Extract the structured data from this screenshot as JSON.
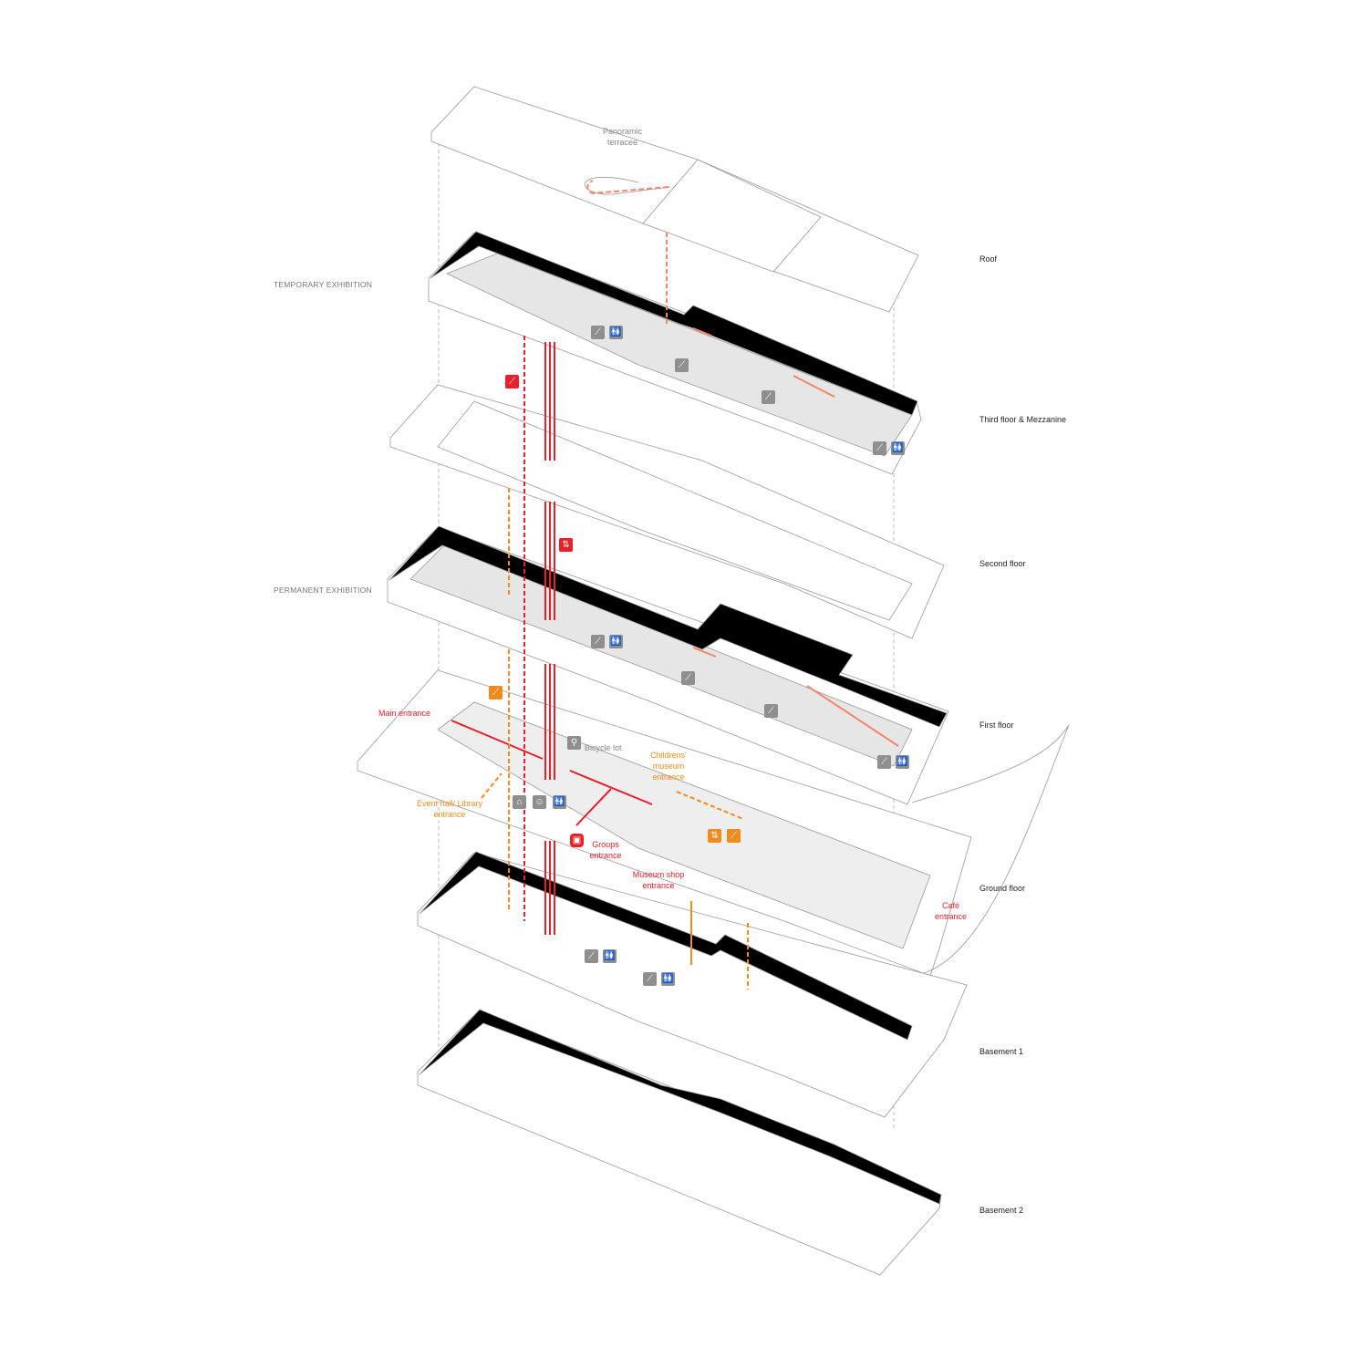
{
  "floors": [
    {
      "label": "Roof"
    },
    {
      "label": "Third floor & Mezzanine"
    },
    {
      "label": "Second floor"
    },
    {
      "label": "First floor"
    },
    {
      "label": "Ground floor"
    },
    {
      "label": "Basement 1"
    },
    {
      "label": "Basement 2"
    }
  ],
  "sections": {
    "temporary": "TEMPORARY EXHIBITION",
    "permanent": "PERMANENT EXHIBITION"
  },
  "annotations": {
    "terrace": "Panoramic terracee",
    "main_entrance": "Main entrance",
    "bicycle": "Bicycle lot",
    "childrens": "Childrens' museum entrance",
    "event_hall": "Event hall/ Library entrance",
    "groups": "Groups entrance",
    "shop": "Museum shop entrance",
    "cafe": "Café entrance"
  },
  "icons": {
    "stairs": "stairs-icon",
    "wc": "restroom-icon",
    "elevator": "elevator-icon",
    "bike": "bicycle-icon",
    "bus": "bus-icon",
    "cloakroom": "hanger-icon",
    "baby": "baby-change-icon"
  },
  "colors": {
    "red": "#e8202a",
    "orange": "#f08c1e",
    "salmon": "#f4876a",
    "grey": "#8f8f8f",
    "floor": "#e6e6e6"
  }
}
